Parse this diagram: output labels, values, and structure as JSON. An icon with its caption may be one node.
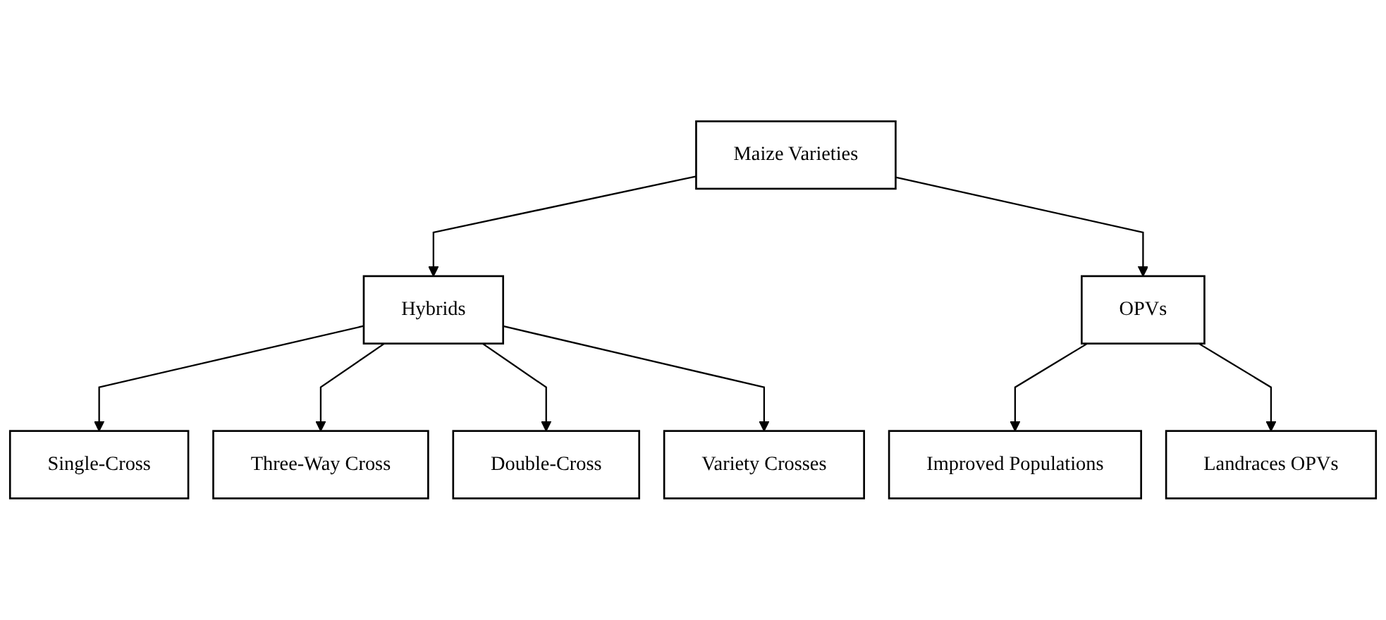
{
  "diagram": {
    "nodes": [
      {
        "text": [
          "Maize Varieties"
        ]
      },
      {
        "text": [
          "Hybrids"
        ]
      },
      {
        "text": [
          "OPVs"
        ]
      },
      {
        "text": [
          "Single-Cross"
        ]
      },
      {
        "text": [
          "Three-Way Cross"
        ]
      },
      {
        "text": [
          "Double-Cross"
        ]
      },
      {
        "text": [
          "Variety Crosses"
        ]
      },
      {
        "text": [
          "Improved Populations"
        ]
      },
      {
        "text": [
          "Landraces OPVs"
        ]
      }
    ],
    "edges": [
      {
        "from": 0,
        "to": 1,
        "arrow": "to"
      },
      {
        "from": 0,
        "to": 2,
        "arrow": "to"
      },
      {
        "from": 1,
        "to": 3,
        "arrow": "to"
      },
      {
        "from": 1,
        "to": 4,
        "arrow": "to"
      },
      {
        "from": 1,
        "to": 5,
        "arrow": "to"
      },
      {
        "from": 1,
        "to": 6,
        "arrow": "to"
      },
      {
        "from": 2,
        "to": 7,
        "arrow": "to"
      },
      {
        "from": 2,
        "to": 8,
        "arrow": "to"
      }
    ]
  }
}
